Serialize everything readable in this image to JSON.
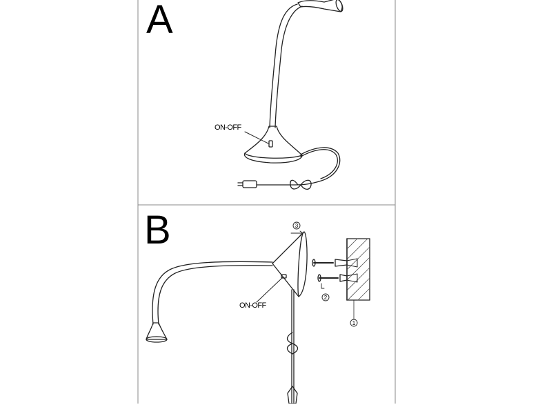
{
  "panels": [
    {
      "letter": "A",
      "switch_label": "ON-OFF"
    },
    {
      "letter": "B",
      "switch_label": "ON-OFF",
      "step_markers": [
        "3",
        "2",
        "1"
      ]
    }
  ]
}
